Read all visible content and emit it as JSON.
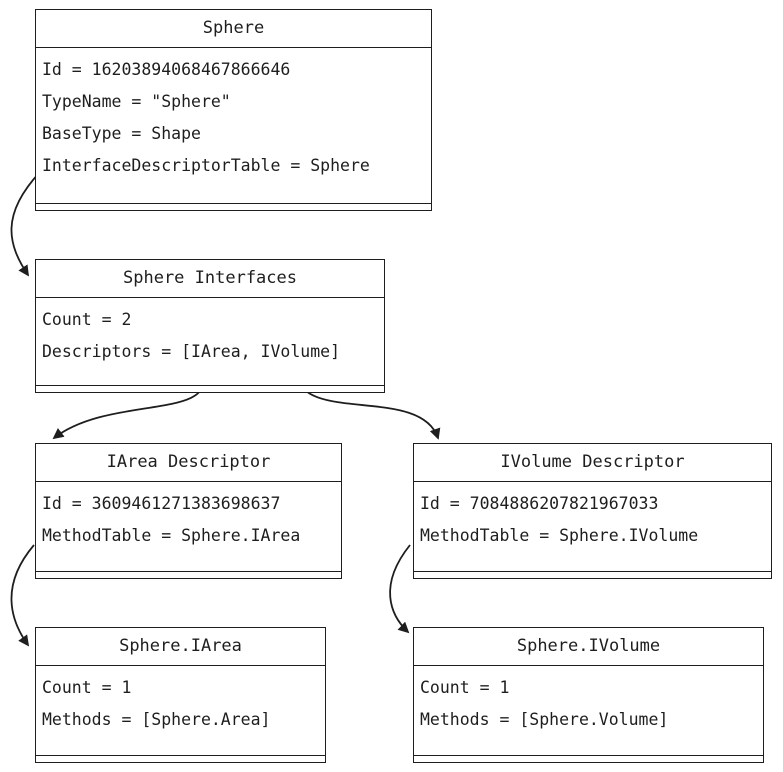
{
  "boxes": {
    "sphere": {
      "title": "Sphere",
      "rows": [
        "Id = 16203894068467866646",
        "TypeName = \"Sphere\"",
        "BaseType = Shape",
        "InterfaceDescriptorTable = Sphere"
      ]
    },
    "interfaces": {
      "title": "Sphere Interfaces",
      "rows": [
        "Count = 2",
        "Descriptors = [IArea, IVolume]"
      ]
    },
    "iarea_desc": {
      "title": "IArea Descriptor",
      "rows": [
        "Id = 3609461271383698637",
        "MethodTable = Sphere.IArea"
      ]
    },
    "ivolume_desc": {
      "title": "IVolume Descriptor",
      "rows": [
        "Id = 7084886207821967033",
        "MethodTable = Sphere.IVolume"
      ]
    },
    "iarea_table": {
      "title": "Sphere.IArea",
      "rows": [
        "Count = 1",
        "Methods = [Sphere.Area]"
      ]
    },
    "ivolume_table": {
      "title": "Sphere.IVolume",
      "rows": [
        "Count = 1",
        "Methods = [Sphere.Volume]"
      ]
    }
  },
  "colors": {
    "stroke": "#1e1e1e",
    "background": "#ffffff"
  }
}
